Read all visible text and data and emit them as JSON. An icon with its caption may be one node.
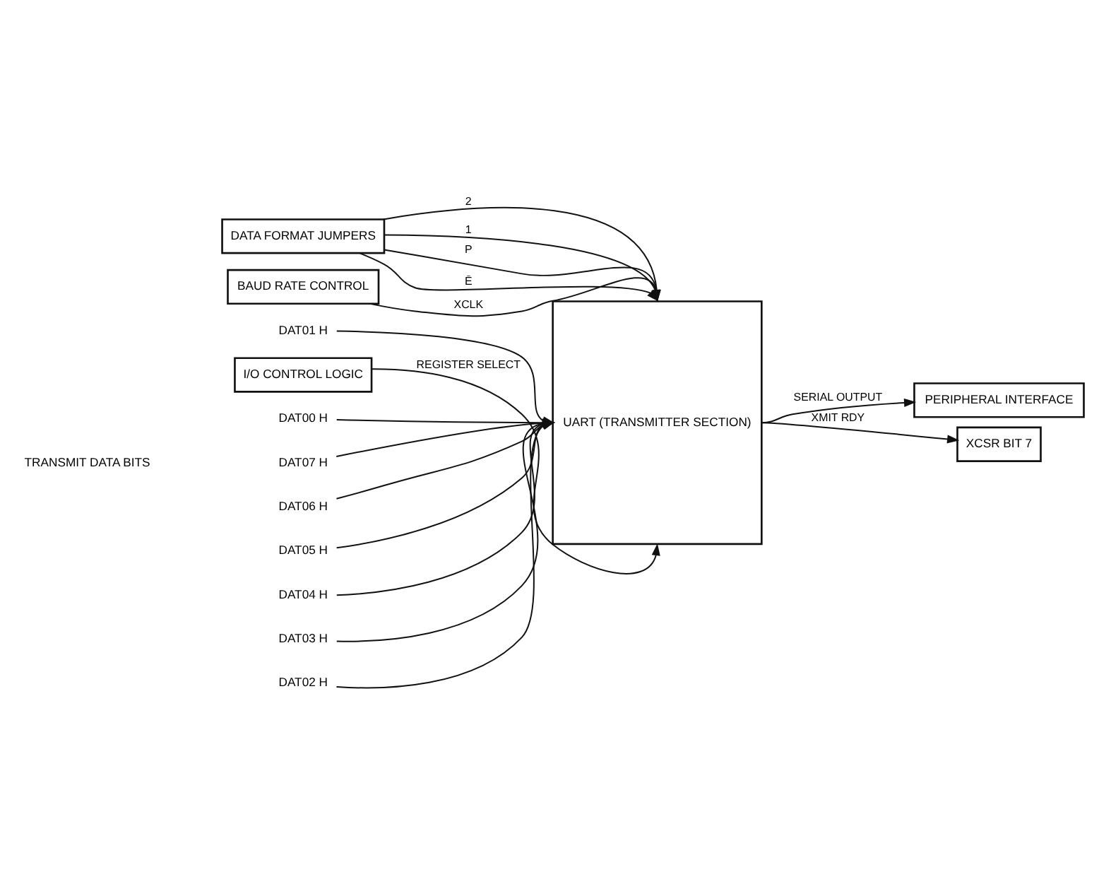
{
  "diagram": {
    "nodes": [
      {
        "text": [
          "BAUD RATE CONTROL"
        ]
      },
      {
        "text": [
          "DATA FORMAT JUMPERS"
        ]
      },
      {
        "text": [
          "UART (TRANSMITTER SECTION)"
        ]
      },
      {
        "text": [
          "PERIPHERAL INTERFACE"
        ]
      },
      {
        "text": [
          "XCSR BIT 7"
        ]
      },
      {
        "text": [
          "I/O CONTROL LOGIC"
        ]
      },
      {
        "text": [
          "DAT07 H"
        ]
      },
      {
        "text": [
          "DAT06 H"
        ]
      },
      {
        "text": [
          "DAT05 H"
        ]
      },
      {
        "text": [
          "DAT04 H"
        ]
      },
      {
        "text": [
          "DAT03 H"
        ]
      },
      {
        "text": [
          "DAT02 H"
        ]
      },
      {
        "text": [
          "DAT01 H"
        ]
      },
      {
        "text": [
          "DAT00 H"
        ]
      }
    ],
    "edges": [
      {
        "from": 0,
        "to": 2,
        "arrow": "to",
        "label": "XCLK"
      },
      {
        "from": 1,
        "to": 2,
        "arrow": "to",
        "label": "2"
      },
      {
        "from": 1,
        "to": 2,
        "arrow": "to",
        "label": "1"
      },
      {
        "from": 1,
        "to": 2,
        "arrow": "to",
        "label": "P"
      },
      {
        "from": 1,
        "to": 2,
        "arrow": "to",
        "label": "Ē"
      },
      {
        "from": 2,
        "to": 3,
        "arrow": "to",
        "label": "SERIAL OUTPUT"
      },
      {
        "from": 2,
        "to": 4,
        "arrow": "to",
        "label": "XMIT RDY"
      },
      {
        "from": 5,
        "to": 2,
        "arrow": "to",
        "label": "REGISTER SELECT"
      },
      {
        "from": 6,
        "to": 2,
        "arrow": "to"
      },
      {
        "from": 7,
        "to": 2,
        "arrow": "to"
      },
      {
        "from": 8,
        "to": 2,
        "arrow": "to"
      },
      {
        "from": 9,
        "to": 2,
        "arrow": "to"
      },
      {
        "from": 10,
        "to": 2,
        "arrow": "to"
      },
      {
        "from": 11,
        "to": 2,
        "arrow": "to"
      },
      {
        "from": 12,
        "to": 2,
        "arrow": "to"
      },
      {
        "from": 13,
        "to": 2,
        "arrow": "to"
      }
    ],
    "labels": [
      "TRANSMIT DATA BITS"
    ]
  }
}
